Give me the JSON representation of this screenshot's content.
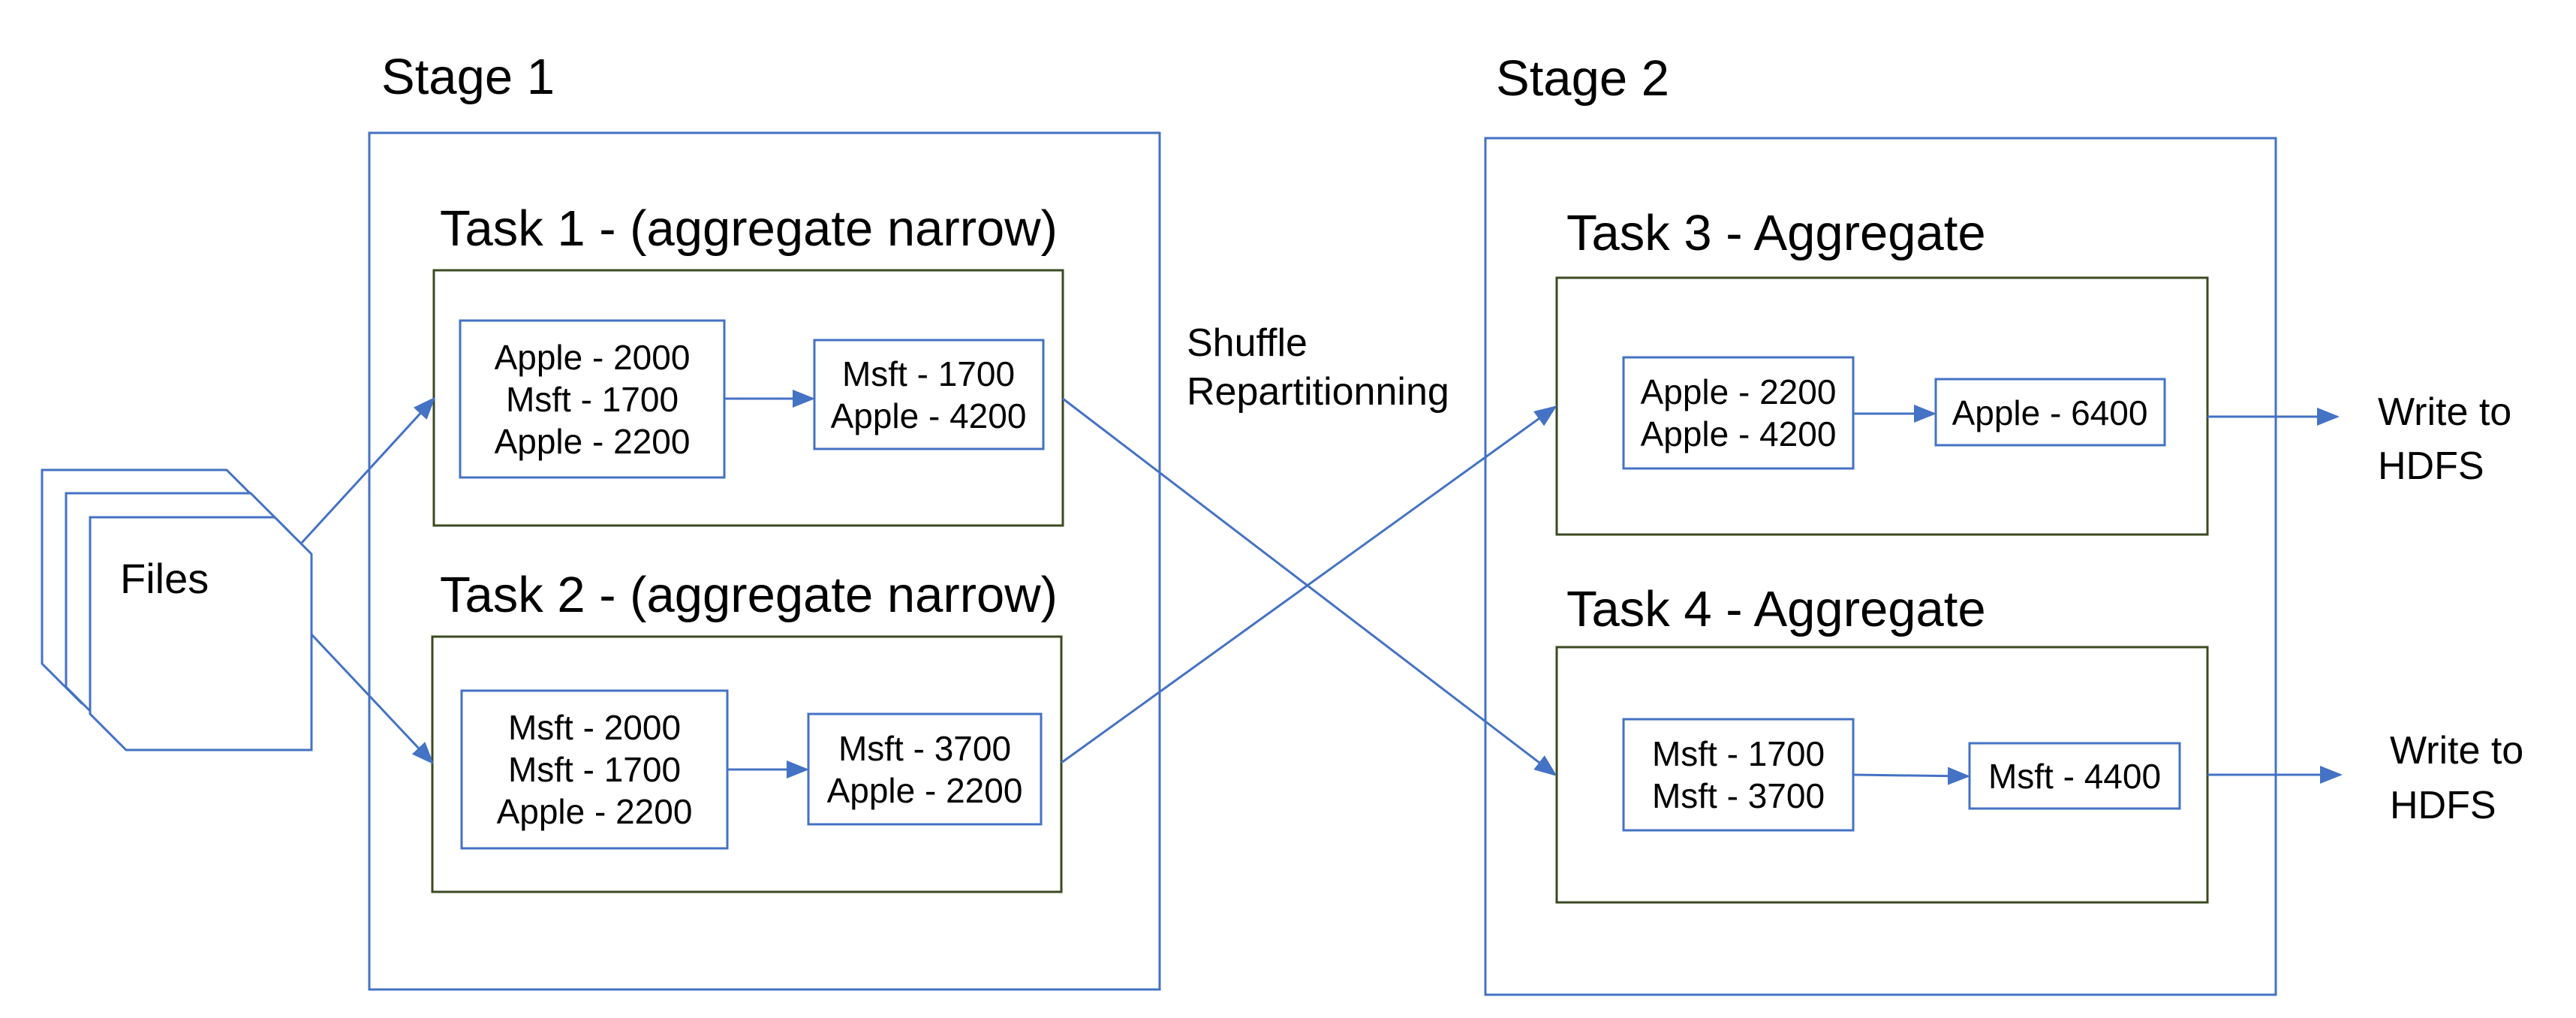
{
  "colors": {
    "blue_border": "#4472C4",
    "green_border": "#3B4A22",
    "arrow": "#4472C4",
    "text": "#000000"
  },
  "files": {
    "label": "Files"
  },
  "stage1": {
    "title": "Stage 1",
    "task1": {
      "title": "Task 1 - (aggregate narrow)",
      "input": [
        "Apple - 2000",
        "Msft - 1700",
        "Apple - 2200"
      ],
      "output": [
        "Msft - 1700",
        "Apple - 4200"
      ]
    },
    "task2": {
      "title": "Task 2 - (aggregate narrow)",
      "input": [
        "Msft - 2000",
        "Msft - 1700",
        "Apple - 2200"
      ],
      "output": [
        "Msft - 3700",
        "Apple - 2200"
      ]
    }
  },
  "shuffle": {
    "line1": "Shuffle",
    "line2": "Repartitionning"
  },
  "stage2": {
    "title": "Stage 2",
    "task3": {
      "title": "Task 3 - Aggregate",
      "input": [
        "Apple - 2200",
        "Apple - 4200"
      ],
      "output": [
        "Apple - 6400"
      ]
    },
    "task4": {
      "title": "Task 4 - Aggregate",
      "input": [
        "Msft - 1700",
        "Msft - 3700"
      ],
      "output": [
        "Msft - 4400"
      ]
    }
  },
  "outputs": {
    "write1": {
      "line1": "Write to",
      "line2": "HDFS"
    },
    "write2": {
      "line1": "Write to",
      "line2": "HDFS"
    }
  }
}
